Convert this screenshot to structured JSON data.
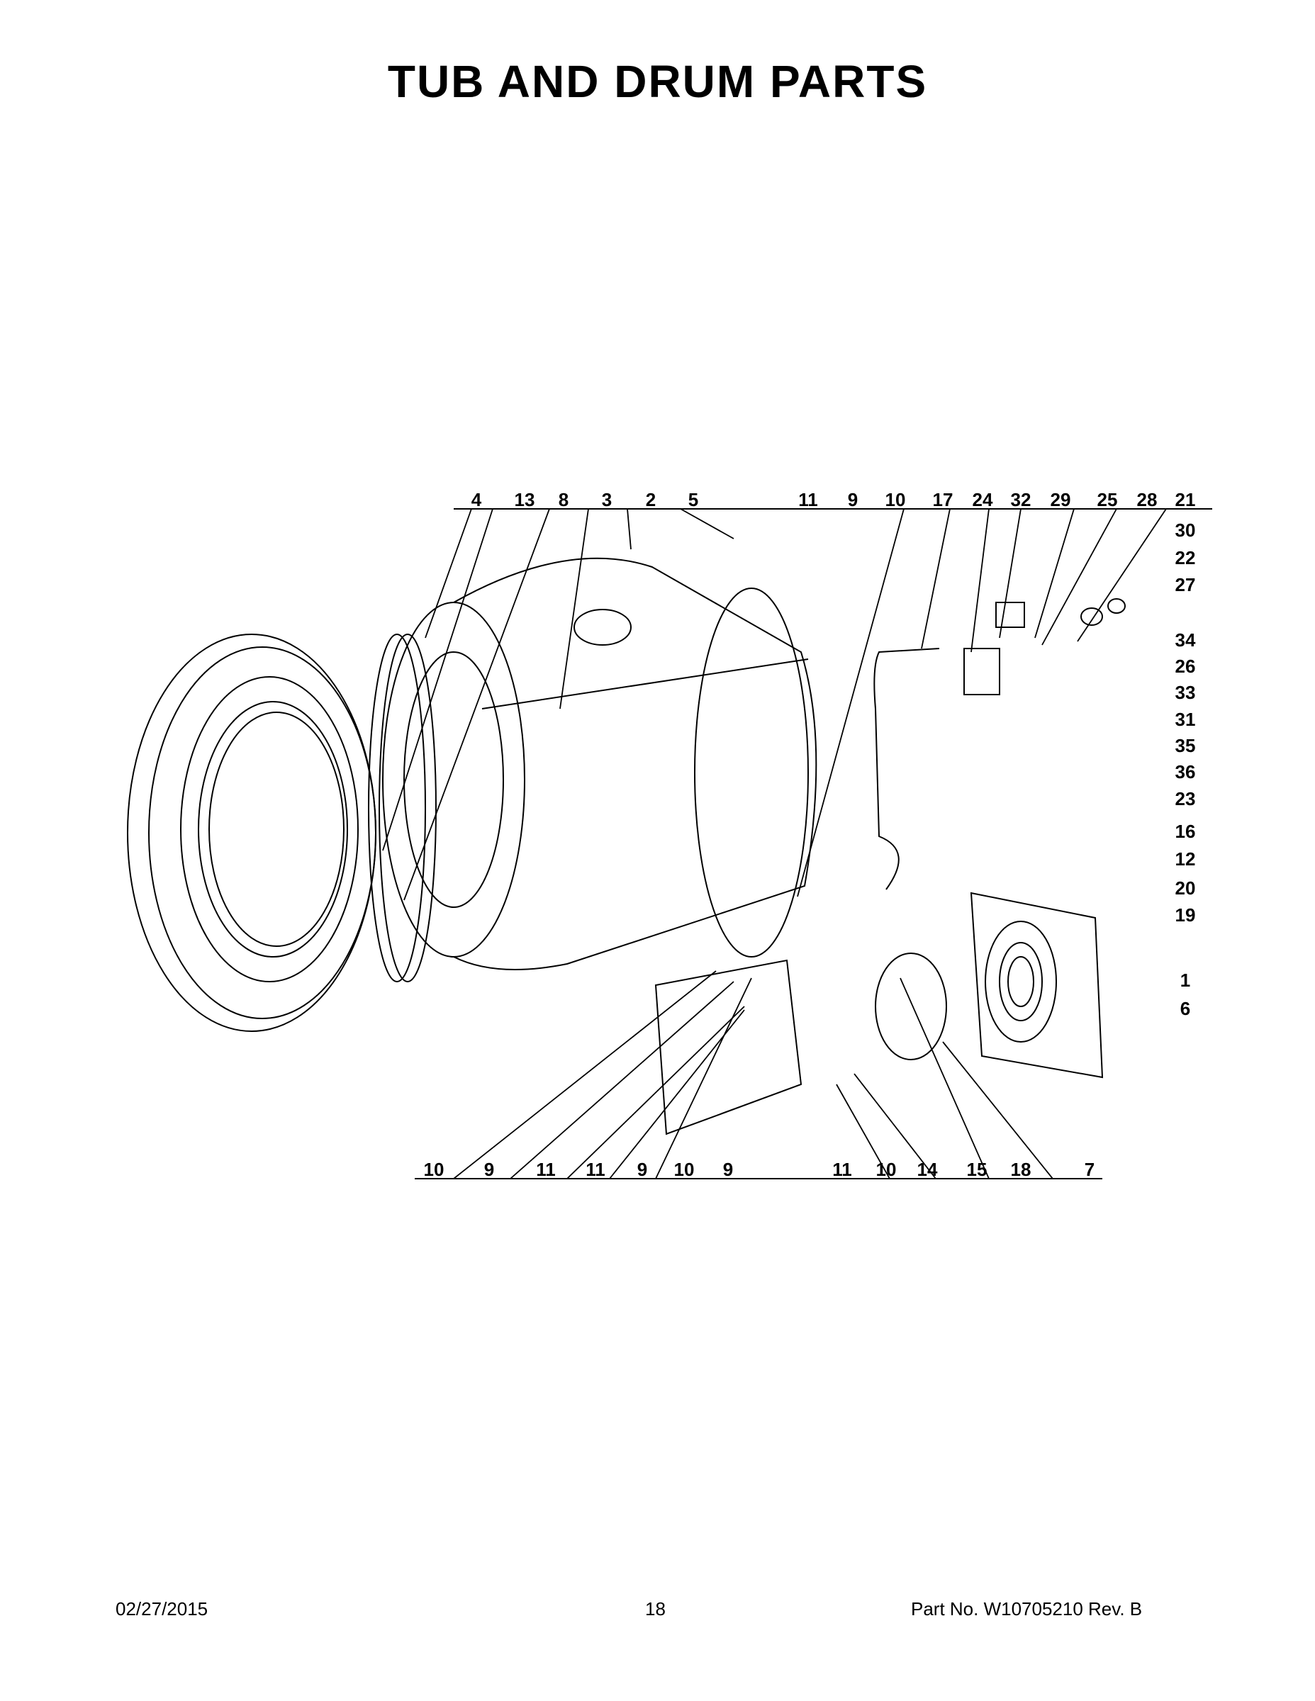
{
  "page": {
    "title": "TUB AND DRUM PARTS"
  },
  "callouts": {
    "top": [
      "4",
      "13",
      "8",
      "3",
      "2",
      "5",
      "11",
      "9",
      "10",
      "17",
      "24",
      "32",
      "29",
      "25",
      "28",
      "21"
    ],
    "right": [
      "30",
      "22",
      "27",
      "34",
      "26",
      "33",
      "31",
      "35",
      "36",
      "23",
      "16",
      "12",
      "20",
      "19",
      "1",
      "6"
    ],
    "bottom": [
      "10",
      "9",
      "11",
      "11",
      "9",
      "10",
      "9",
      "11",
      "10",
      "14",
      "15",
      "18",
      "7"
    ]
  },
  "footer": {
    "date": "02/27/2015",
    "page_number": "18",
    "part_number": "Part No.  W10705210  Rev.  B"
  }
}
